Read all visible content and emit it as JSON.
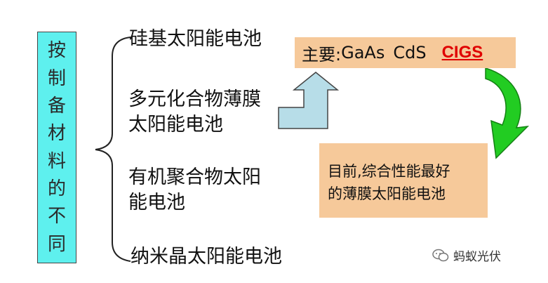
{
  "vertical_label": [
    "按",
    "制",
    "备",
    "材",
    "料",
    "的",
    "不",
    "同"
  ],
  "items": [
    {
      "lines": [
        "硅基太阳能电池"
      ]
    },
    {
      "lines": [
        "多元化合物薄膜",
        "太阳能电池"
      ]
    },
    {
      "lines": [
        "有机聚合物太阳",
        "能电池"
      ]
    },
    {
      "lines": [
        "纳米晶太阳能电池"
      ]
    }
  ],
  "top_box": {
    "prefix": "主要:",
    "materials": [
      "GaAs",
      "CdS"
    ],
    "highlight": "CIGS",
    "highlight_color": "#e00000"
  },
  "bottom_box": {
    "lines": [
      "目前,综合性能最好",
      "的薄膜太阳能电池"
    ]
  },
  "watermark": {
    "text": "蚂蚁光伏",
    "icon": "wechat-icon"
  },
  "colors": {
    "vertical_box": "#5ef0ee",
    "callout_box": "#f6c99a",
    "up_arrow": "#b7dde8",
    "curved_arrow": "#22cc22"
  }
}
